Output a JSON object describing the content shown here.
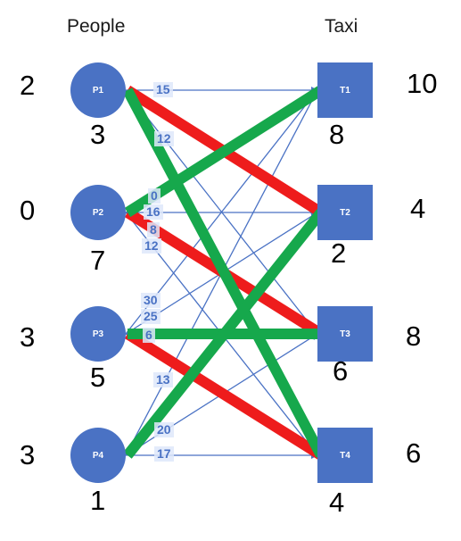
{
  "headers": {
    "people": "People",
    "taxi": "Taxi"
  },
  "people": [
    {
      "id": "P1",
      "left_value": "2",
      "below_value": "3"
    },
    {
      "id": "P2",
      "left_value": "0",
      "below_value": "7"
    },
    {
      "id": "P3",
      "left_value": "3",
      "below_value": "5"
    },
    {
      "id": "P4",
      "left_value": "3",
      "below_value": "1"
    }
  ],
  "taxis": [
    {
      "id": "T1",
      "right_value": "10",
      "below_value": "8"
    },
    {
      "id": "T2",
      "right_value": "4",
      "below_value": "2"
    },
    {
      "id": "T3",
      "right_value": "8",
      "below_value": "6"
    },
    {
      "id": "T4",
      "right_value": "6",
      "below_value": "4"
    }
  ],
  "edge_weights": {
    "p1_t1": "15",
    "p1_t2": "12",
    "p2_a": "0",
    "p2_t2": "16",
    "p2_c": "8",
    "p2_t4": "12",
    "p3_t1": "30",
    "p3_t2": "25",
    "p3_t3": "6",
    "p4_t2": "13",
    "p4_t3": "20",
    "p4_t4": "17"
  },
  "colors": {
    "node": "#4a72c4",
    "edge": "#4a72c4",
    "red": "#ee1c1c",
    "green": "#16a84c"
  },
  "thick_edges": [
    {
      "from": "P1",
      "to": "T2",
      "color": "red"
    },
    {
      "from": "P2",
      "to": "T3",
      "color": "red"
    },
    {
      "from": "P3",
      "to": "T4",
      "color": "red"
    },
    {
      "from": "P1",
      "to": "T4",
      "color": "green"
    },
    {
      "from": "P2",
      "to": "T1",
      "color": "green"
    },
    {
      "from": "P3",
      "to": "T3",
      "color": "green"
    },
    {
      "from": "P4",
      "to": "T2",
      "color": "green"
    }
  ]
}
